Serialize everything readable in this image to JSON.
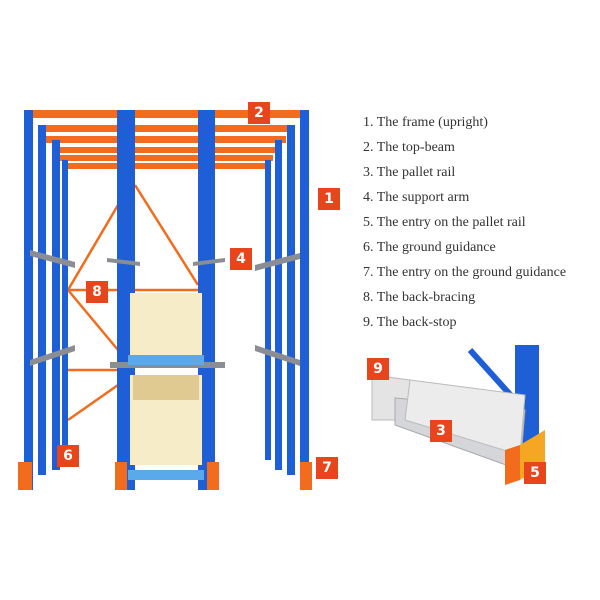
{
  "legend": [
    "1. The frame (upright)",
    "2. The top-beam",
    "3. The pallet rail",
    "4. The support arm",
    "5. The entry on the pallet rail",
    "6. The ground guidance",
    "7. The entry on the ground guidance",
    "8. The back-bracing",
    "9. The back-stop"
  ],
  "badges": {
    "b1": "1",
    "b2": "2",
    "b3": "3",
    "b4": "4",
    "b5": "5",
    "b6": "6",
    "b7": "7",
    "b8": "8",
    "b9": "9"
  },
  "colors": {
    "upright": "#1f5fd6",
    "beam": "#f36b1c",
    "badge": "#e8451d",
    "load": "#f6ecc8",
    "rail": "#8a8d93"
  }
}
